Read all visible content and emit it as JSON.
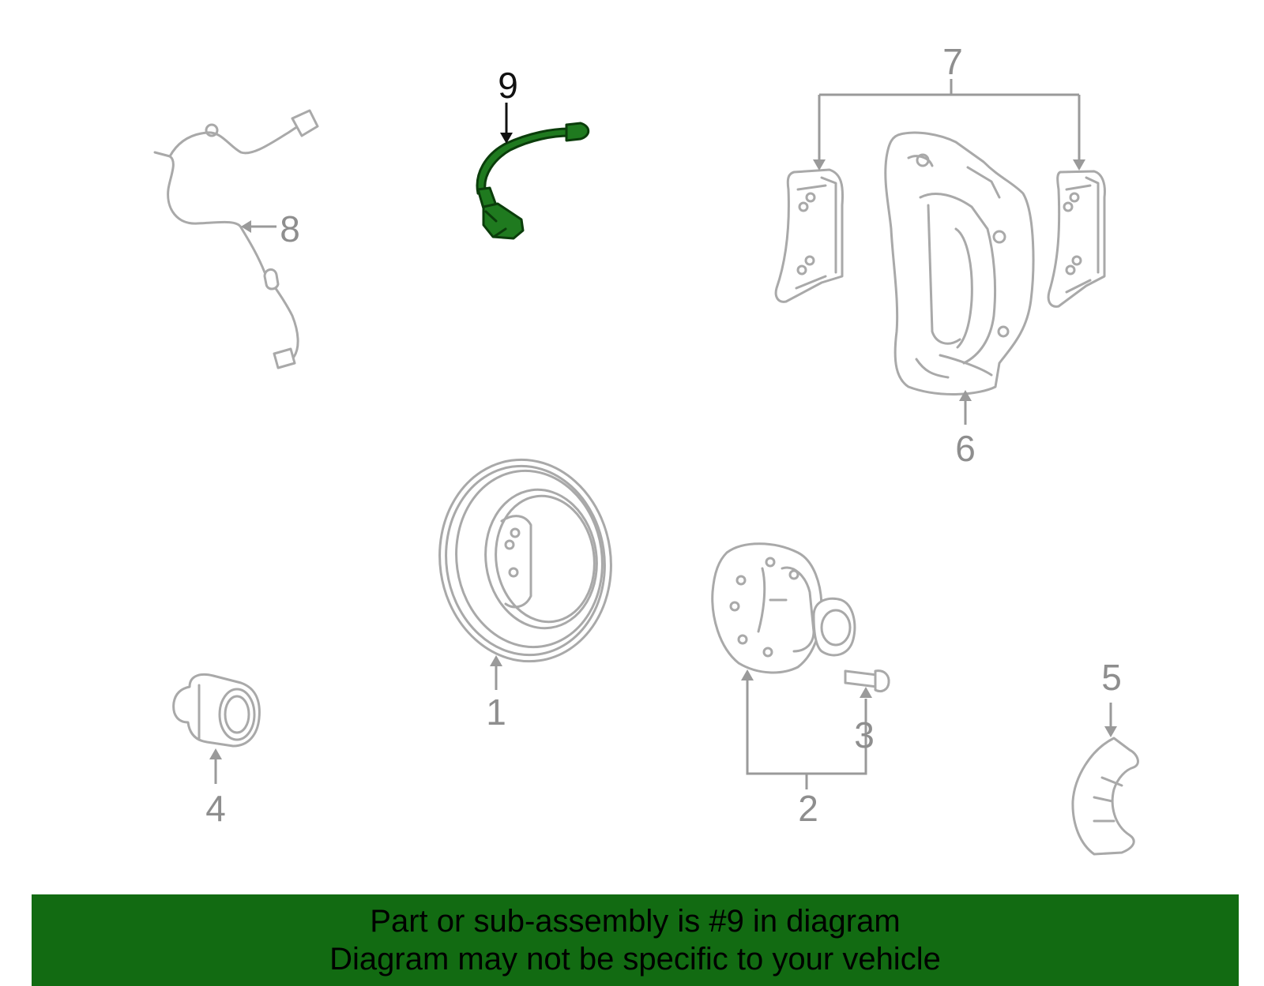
{
  "callouts": [
    "1",
    "2",
    "3",
    "4",
    "5",
    "6",
    "7",
    "8",
    "9"
  ],
  "selected_part": "9",
  "highlight_color": "#126b12",
  "part_color": "#1f7a1f",
  "banner": {
    "line1": "Part or sub-assembly is #9 in diagram",
    "line2": "Diagram may not be specific to your vehicle"
  }
}
